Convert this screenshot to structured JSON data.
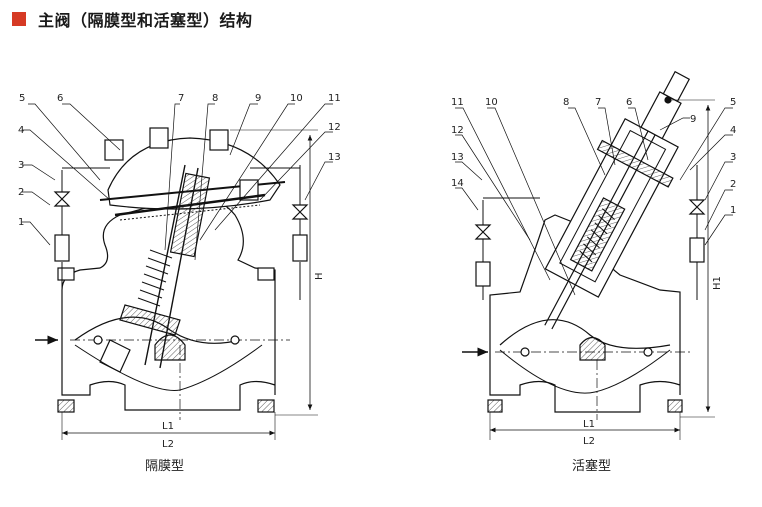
{
  "header": {
    "title": "主阀（隔膜型和活塞型）结构",
    "accent_color": "#d63a24"
  },
  "diagrams": [
    {
      "caption": "隔膜型",
      "callouts": [
        "1",
        "2",
        "3",
        "4",
        "5",
        "6",
        "7",
        "8",
        "9",
        "10",
        "11",
        "12",
        "13"
      ],
      "dimensions": [
        "L1",
        "L2",
        "H"
      ]
    },
    {
      "caption": "活塞型",
      "callouts": [
        "1",
        "2",
        "3",
        "4",
        "5",
        "6",
        "7",
        "8",
        "9",
        "10",
        "11",
        "12",
        "13",
        "14"
      ],
      "dimensions": [
        "L1",
        "L2",
        "H1"
      ]
    }
  ]
}
